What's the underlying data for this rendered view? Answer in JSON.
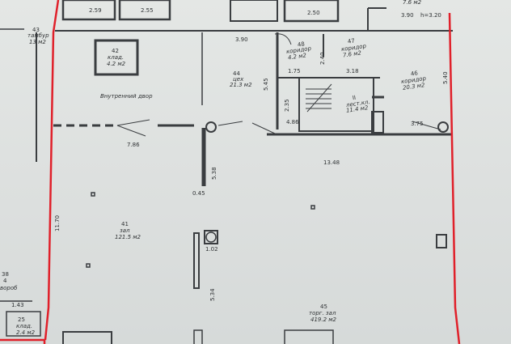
{
  "top": {
    "dim_a": "2.59",
    "dim_b": "2.55",
    "dim_c": "2.50",
    "area_top_right": "7.6 м2",
    "dim_d": "3.90",
    "height": "h=3.20"
  },
  "left_room": {
    "number": "43",
    "name": "тамбур",
    "area": "13 м2"
  },
  "room_42": {
    "number": "42",
    "name": "клад.",
    "area": "4.2 м2"
  },
  "courtyard": {
    "label": "Внутренний двор"
  },
  "room_44": {
    "number": "44",
    "name": "цех",
    "area": "21.3 м2"
  },
  "room_48": {
    "number": "48",
    "name": "коридор",
    "area": "4.2 м2"
  },
  "room_47": {
    "number": "47",
    "name": "коридор",
    "area": "7.6 м2"
  },
  "room_46": {
    "number": "46",
    "name": "коридор",
    "area": "20.3 м2"
  },
  "stair": {
    "number": "II",
    "name": "лест.кл.",
    "area": "11.4 м2"
  },
  "room_41": {
    "number": "41",
    "name": "зал",
    "area": "121.5 м2"
  },
  "room_45": {
    "number": "45",
    "name": "торг. зал",
    "area": "419.2 м2"
  },
  "room_38": {
    "number": "38",
    "name": "4",
    "extra": "вороб"
  },
  "room_25": {
    "number": "25",
    "name": "клад.",
    "area": "2.4 м2"
  },
  "dims": {
    "d390": "3.90",
    "d240": "2.40",
    "d545": "5.45",
    "d175": "1.75",
    "d318": "3.18",
    "d235": "2.35",
    "d486": "4.86",
    "d540": "5.40",
    "d375": "3.75",
    "d786": "7.86",
    "d1348": "13.48",
    "d538": "5.38",
    "d045": "0.45",
    "d1170": "11.70",
    "d102": "1.02",
    "d534": "5.34",
    "d143": "1.43"
  },
  "colors": {
    "outline": "#e0202a",
    "ink": "#3a3d40"
  }
}
